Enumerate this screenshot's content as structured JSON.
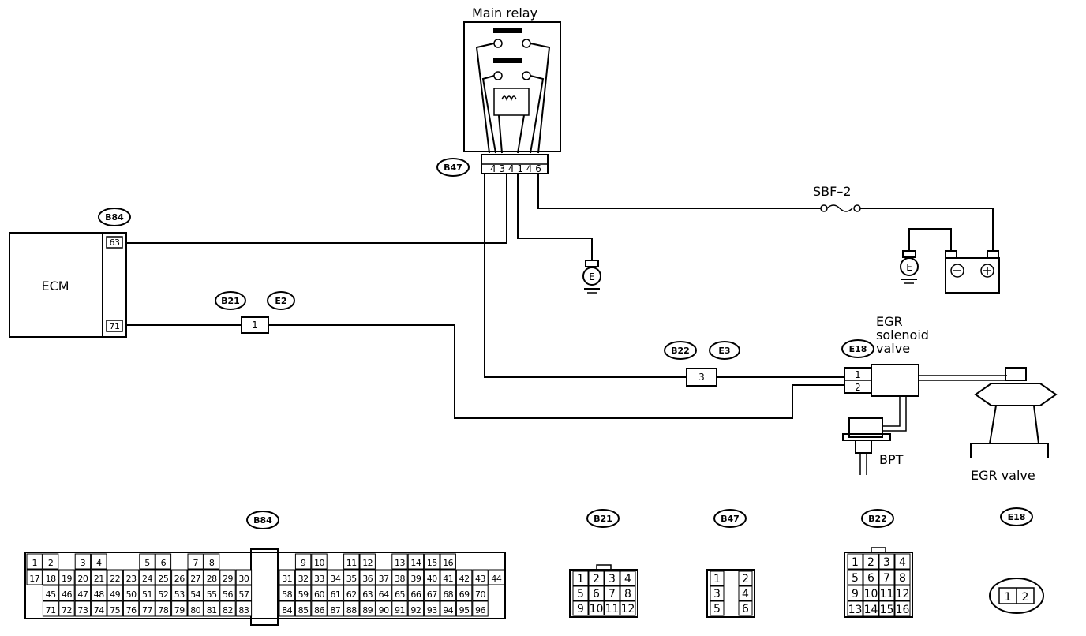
{
  "components": {
    "main_relay": "Main relay",
    "ecm": "ECM",
    "egr_solenoid": [
      "EGR",
      "solenoid",
      "valve"
    ],
    "egr_valve": "EGR valve",
    "bpt": "BPT",
    "fuse": "SBF–2",
    "ground_symbol": "E"
  },
  "connector_tags": {
    "b47": "B47",
    "b84": "B84",
    "b21": "B21",
    "e2": "E2",
    "b22": "B22",
    "e3": "E3",
    "e18": "E18"
  },
  "pins": {
    "ecm_63": "63",
    "ecm_71": "71",
    "b21_e2": "1",
    "b22_e3": "3",
    "e18_1": "1",
    "e18_2": "2"
  },
  "connector_faces": {
    "b84": {
      "tag": "B84",
      "rows": [
        [
          "1",
          "2",
          "",
          "3",
          "4",
          "",
          "",
          "5",
          "6",
          "",
          "7",
          "8",
          "",
          "",
          "",
          "9",
          "10",
          "",
          "11",
          "12",
          "",
          "13",
          "14",
          "15",
          "16"
        ],
        [
          "17",
          "18",
          "19",
          "20",
          "21",
          "22",
          "23",
          "24",
          "25",
          "26",
          "27",
          "28",
          "29",
          "30",
          "31",
          "32",
          "33",
          "34",
          "35",
          "36",
          "37",
          "38",
          "39",
          "40",
          "41",
          "42",
          "43",
          "44"
        ],
        [
          "",
          "45",
          "46",
          "47",
          "48",
          "49",
          "50",
          "51",
          "52",
          "53",
          "54",
          "55",
          "56",
          "57",
          "58",
          "59",
          "60",
          "61",
          "62",
          "63",
          "64",
          "65",
          "66",
          "67",
          "68",
          "69",
          "70",
          ""
        ],
        [
          "",
          "71",
          "72",
          "73",
          "74",
          "75",
          "76",
          "77",
          "78",
          "79",
          "80",
          "81",
          "82",
          "83",
          "84",
          "85",
          "86",
          "87",
          "88",
          "89",
          "90",
          "91",
          "92",
          "93",
          "94",
          "95",
          "96",
          ""
        ]
      ]
    },
    "b21": {
      "tag": "B21",
      "rows": [
        [
          "1",
          "2",
          "3",
          "4"
        ],
        [
          "5",
          "6",
          "7",
          "8"
        ],
        [
          "9",
          "10",
          "11",
          "12"
        ]
      ]
    },
    "b47": {
      "tag": "B47",
      "rows": [
        [
          "1",
          "",
          "2"
        ],
        [
          "3",
          "",
          "4"
        ],
        [
          "5",
          "",
          "6"
        ]
      ]
    },
    "b22": {
      "tag": "B22",
      "rows": [
        [
          "1",
          "2",
          "3",
          "4"
        ],
        [
          "5",
          "6",
          "7",
          "8"
        ],
        [
          "9",
          "10",
          "11",
          "12"
        ],
        [
          "13",
          "14",
          "15",
          "16"
        ]
      ]
    },
    "e18": {
      "tag": "E18",
      "pins": [
        "1",
        "2"
      ]
    }
  }
}
